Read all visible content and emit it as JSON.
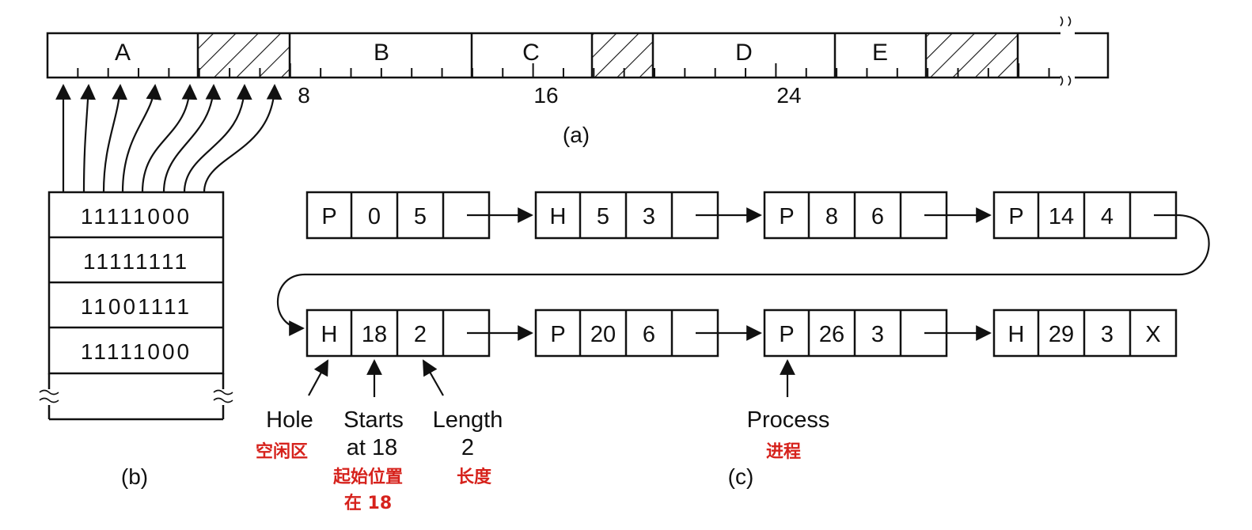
{
  "memory": {
    "segments": [
      {
        "label": "A",
        "type": "process"
      },
      {
        "label": "",
        "type": "hole"
      },
      {
        "label": "B",
        "type": "process"
      },
      {
        "label": "C",
        "type": "process"
      },
      {
        "label": "",
        "type": "hole"
      },
      {
        "label": "D",
        "type": "process"
      },
      {
        "label": "E",
        "type": "process"
      },
      {
        "label": "",
        "type": "hole"
      }
    ],
    "tick_labels": [
      "8",
      "16",
      "24"
    ]
  },
  "captions": {
    "a": "(a)",
    "b": "(b)",
    "c": "(c)"
  },
  "bitmap": {
    "rows": [
      "11111000",
      "11111111",
      "11001111",
      "11111000"
    ]
  },
  "list_row1": [
    {
      "type": "P",
      "start": "0",
      "length": "5",
      "next": ""
    },
    {
      "type": "H",
      "start": "5",
      "length": "3",
      "next": ""
    },
    {
      "type": "P",
      "start": "8",
      "length": "6",
      "next": ""
    },
    {
      "type": "P",
      "start": "14",
      "length": "4",
      "next": ""
    }
  ],
  "list_row2": [
    {
      "type": "H",
      "start": "18",
      "length": "2",
      "next": ""
    },
    {
      "type": "P",
      "start": "20",
      "length": "6",
      "next": ""
    },
    {
      "type": "P",
      "start": "26",
      "length": "3",
      "next": ""
    },
    {
      "type": "H",
      "start": "29",
      "length": "3",
      "next": "X"
    }
  ],
  "annotations": {
    "hole": {
      "en": "Hole",
      "zh": "空闲区"
    },
    "starts": {
      "en1": "Starts",
      "en2": "at 18",
      "zh1": "起始位置",
      "zh2": "在 18"
    },
    "length": {
      "en1": "Length",
      "en2": "2",
      "zh": "长度"
    },
    "process": {
      "en": "Process",
      "zh": "进程"
    }
  }
}
